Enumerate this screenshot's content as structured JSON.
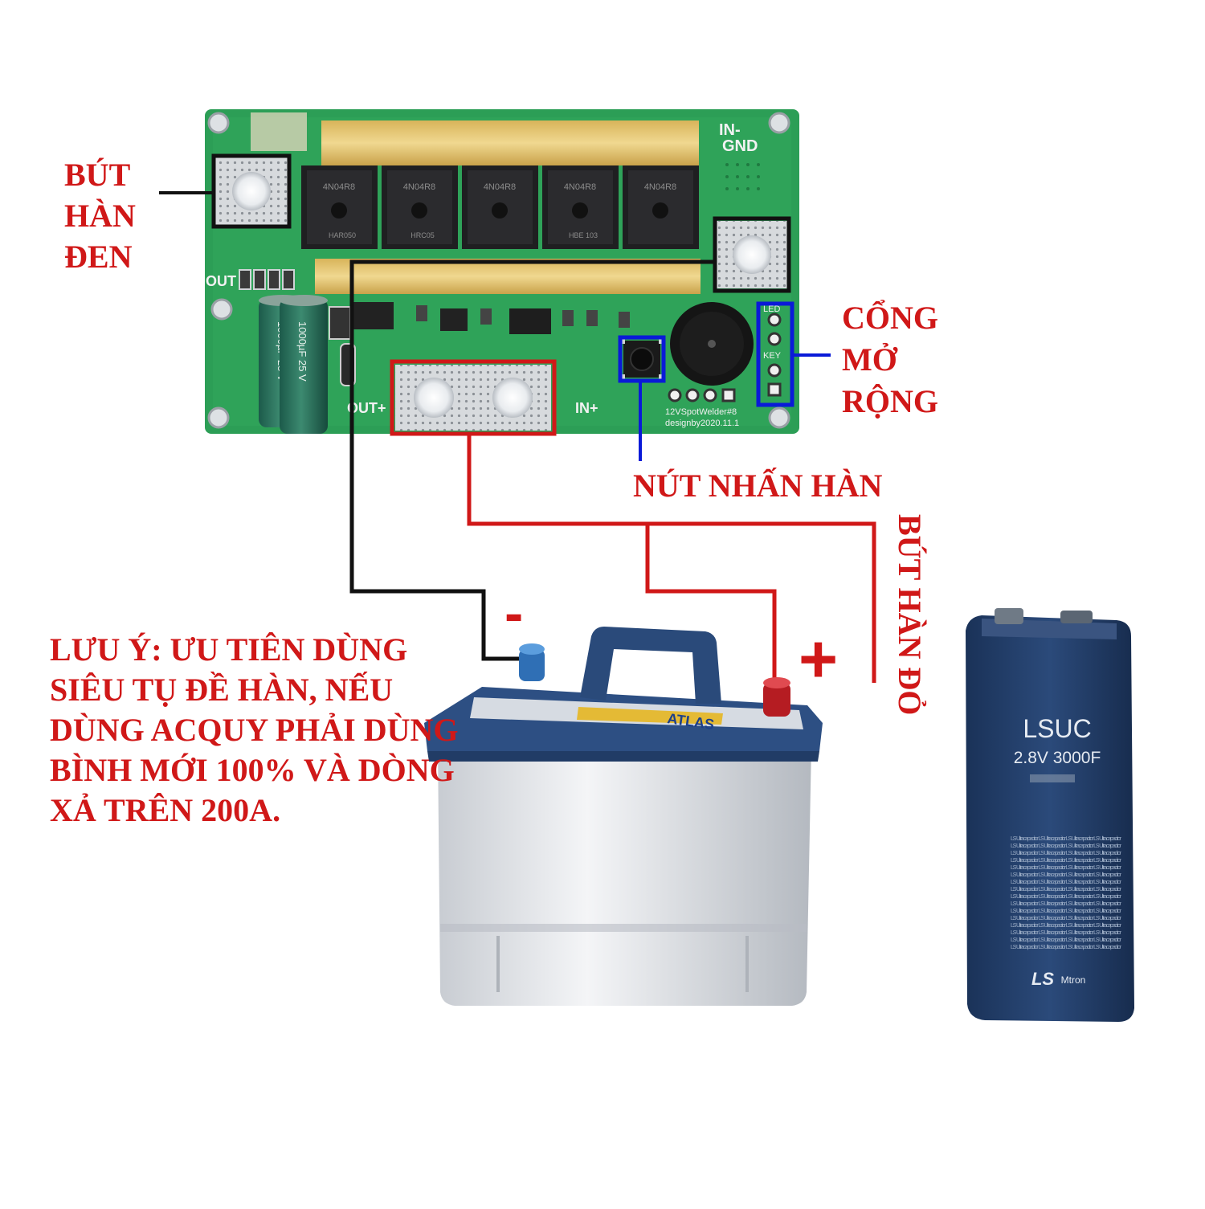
{
  "labels": {
    "black_pen": "BÚT HÀN ĐEN",
    "expansion_port": "CỔNG MỞ RỘNG",
    "weld_button": "NÚT NHẤN HÀN",
    "red_pen": "BÚT HÀN ĐỎ",
    "note": "LƯU Ý: ƯU TIÊN DÙNG SIÊU TỤ ĐỀ HÀN, NẾU DÙNG ACQUY PHẢI DÙNG BÌNH MỚI 100% VÀ DÒNG XẢ TRÊN 200A.",
    "minus": "-",
    "plus": "+"
  },
  "board": {
    "in_gnd_1": "IN-",
    "in_gnd_2": "GND",
    "out_minus": "OUT",
    "out_plus": "OUT+",
    "in_plus": "IN+",
    "mosfets": [
      "4N04R8",
      "4N04R8",
      "4N04R8",
      "4N04R8",
      "4N04R8"
    ],
    "mosfet_codes": [
      "HAR050",
      "HRC05",
      "",
      "HBE 103",
      ""
    ],
    "capacitor_1": "1000µF 25 V",
    "capacitor_2": "1000µF 25 V",
    "silk_1": "12VSpotWelder#8",
    "silk_2": "designby2020.11.1",
    "led_label": "LED",
    "key_label": "KEY"
  },
  "battery": {
    "brand": "ATLAS"
  },
  "supercap": {
    "brand": "LSUC",
    "spec": "2.8V 3000F",
    "maker": "LS",
    "maker_sub": "Mtron",
    "pattern_text": "LS Ultracapacitor"
  },
  "colors": {
    "pcb": "#2c9e56",
    "annotation_red": "#d01818",
    "annotation_blue": "#0a1ad8",
    "wire_black": "#111111",
    "battery_lid": "#2d4f83",
    "supercap_body": "#233e68"
  }
}
